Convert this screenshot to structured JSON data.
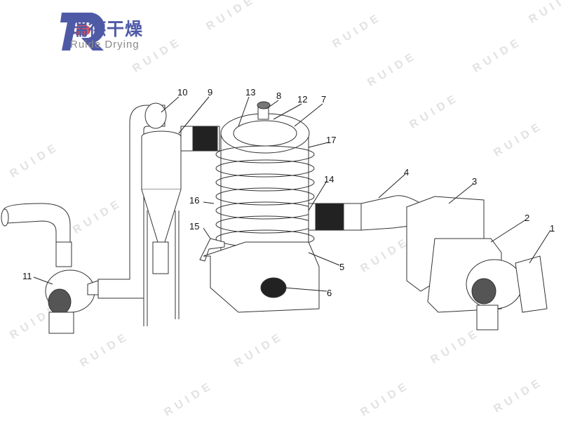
{
  "logo": {
    "chinese": "瑞德干燥",
    "english": "Ruide Drying",
    "mark": "RD"
  },
  "watermark": "RUIDE",
  "labels": [
    "1",
    "2",
    "3",
    "4",
    "5",
    "6",
    "7",
    "8",
    "9",
    "10",
    "11",
    "12",
    "13",
    "14",
    "15",
    "16",
    "17"
  ]
}
